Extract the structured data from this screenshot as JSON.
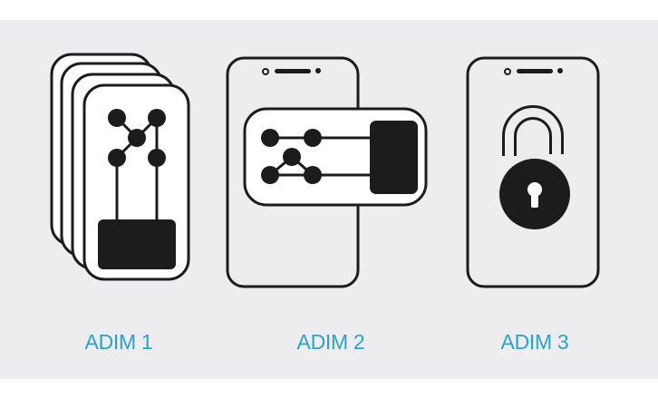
{
  "colors": {
    "background": "#ededef",
    "outline": "#1c1c1c",
    "card_fill": "#ffffff",
    "label": "#2aa3c9"
  },
  "steps": [
    {
      "label": "ADIM 1",
      "icon": "stacked-cards-circuit-icon"
    },
    {
      "label": "ADIM 2",
      "icon": "phone-with-card-icon"
    },
    {
      "label": "ADIM 3",
      "icon": "phone-unlocked-padlock-icon"
    }
  ]
}
